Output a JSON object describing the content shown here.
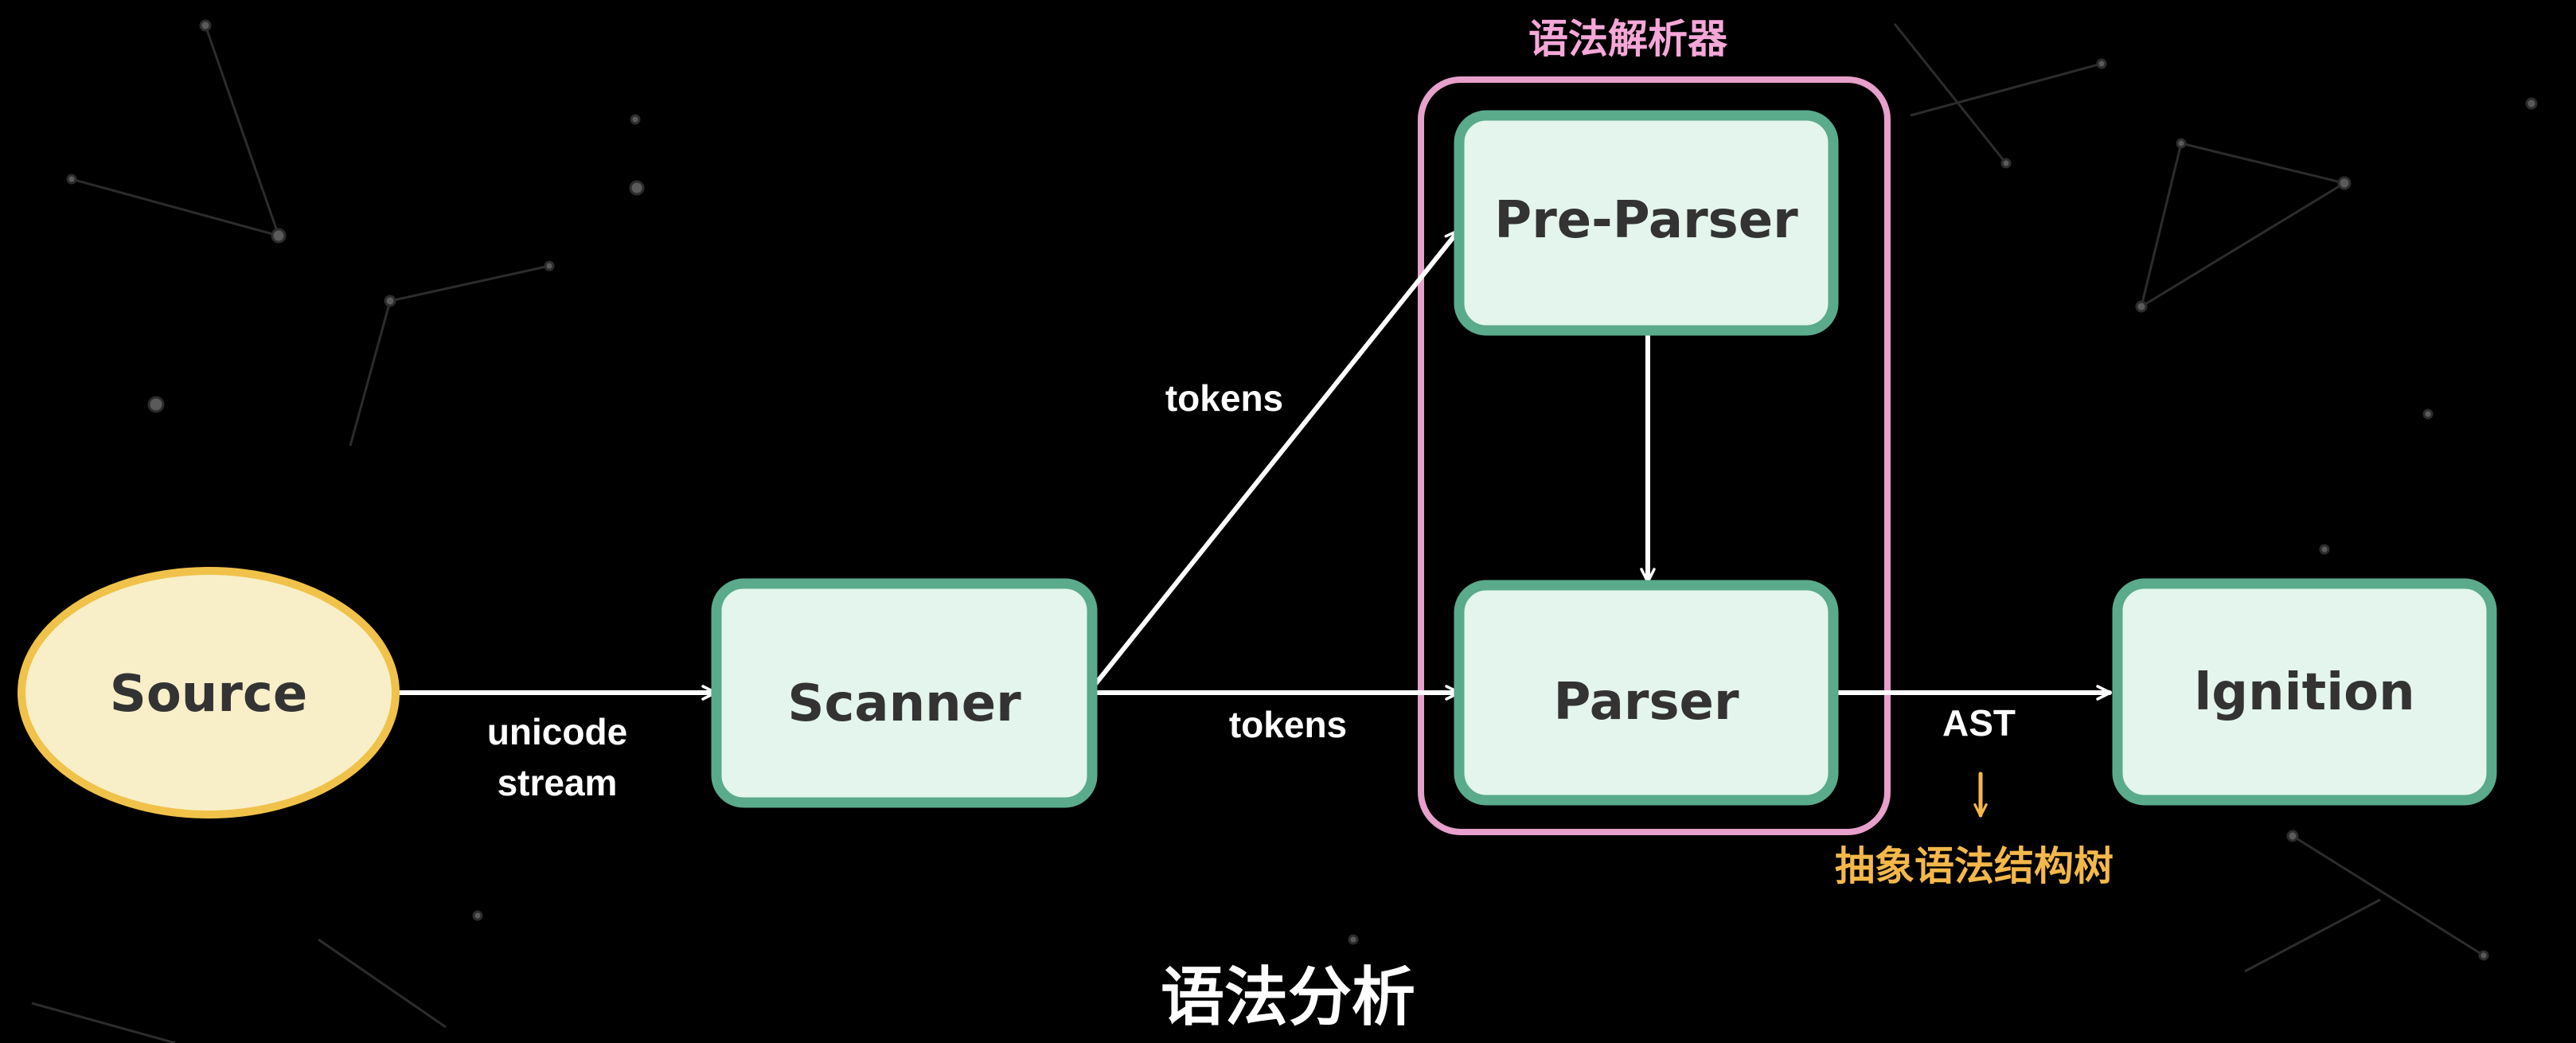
{
  "nodes": {
    "source": "Source",
    "scanner": "Scanner",
    "pre_parser": "Pre-Parser",
    "parser": "Parser",
    "ignition": "lgnition"
  },
  "edges": {
    "unicode_line1": "unicode",
    "unicode_line2": "stream",
    "tokens_upper": "tokens",
    "tokens_lower": "tokens",
    "ast": "AST"
  },
  "group": {
    "label": "语法解析器"
  },
  "annotations": {
    "ast_cn": "抽象语法结构树"
  },
  "caption": "语法分析",
  "colors": {
    "background": "#000000",
    "node_fill": "#e3f5ec",
    "node_stroke": "#5aaa8c",
    "source_fill": "#f8efc8",
    "source_stroke": "#f0c24a",
    "group_stroke": "#e79fcb",
    "group_label": "#f5a7d8",
    "ast_annotation": "#f4b84a",
    "arrow": "#ffffff"
  }
}
